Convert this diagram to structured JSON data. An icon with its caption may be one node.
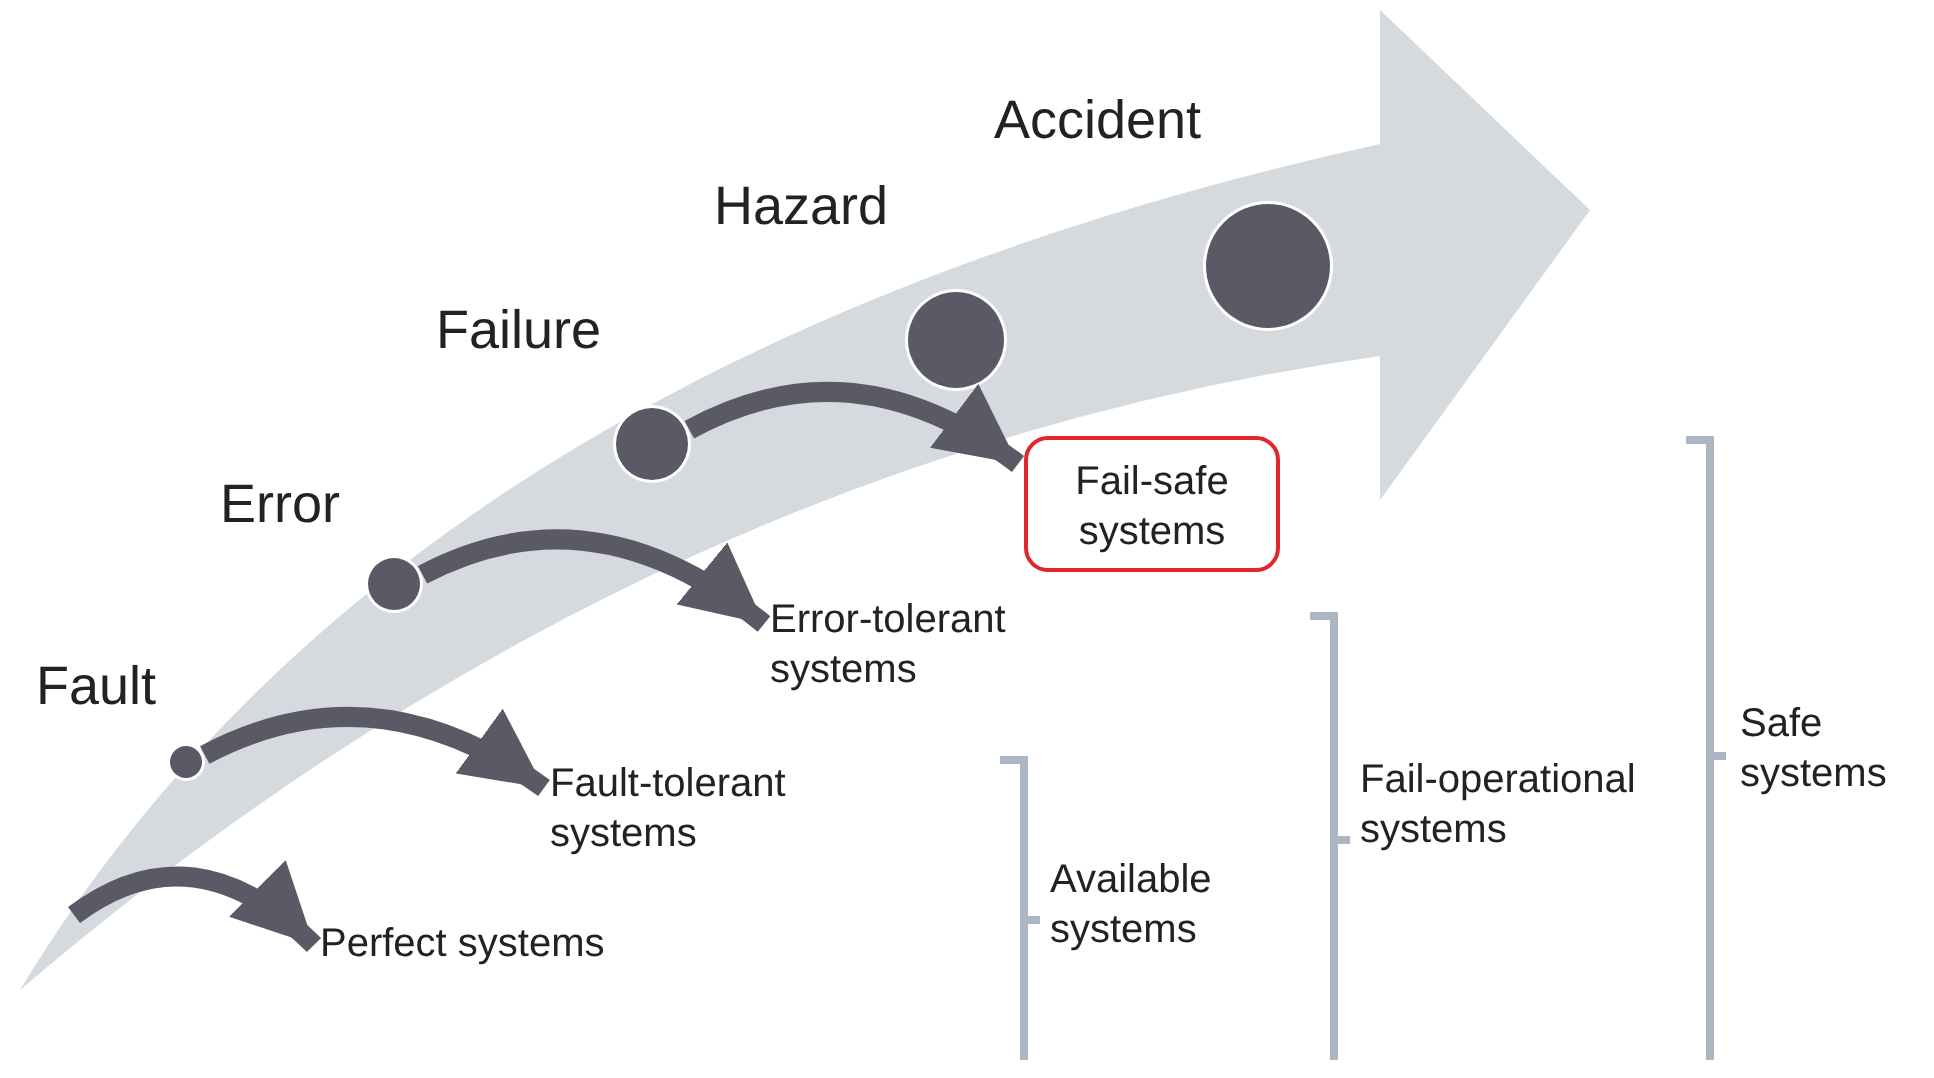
{
  "diagram": {
    "nodes": [
      {
        "text": [
          "Fault"
        ]
      },
      {
        "text": [
          "Error"
        ]
      },
      {
        "text": [
          "Failure"
        ]
      },
      {
        "text": [
          "Hazard"
        ]
      },
      {
        "text": [
          "Accident"
        ]
      },
      {
        "text": [
          "Perfect systems"
        ]
      },
      {
        "text": [
          "Fault-tolerant systems"
        ]
      },
      {
        "text": [
          "Error-tolerant systems"
        ]
      },
      {
        "text": [
          "Fail-safe systems"
        ]
      }
    ],
    "edges": [
      {
        "from": null,
        "to": 5,
        "arrow": "to"
      },
      {
        "from": 0,
        "to": 6,
        "arrow": "to"
      },
      {
        "from": 1,
        "to": 7,
        "arrow": "to"
      },
      {
        "from": 2,
        "to": 8,
        "arrow": "to"
      }
    ],
    "labels": [
      "Available systems",
      "Fail-operational systems",
      "Safe systems"
    ]
  }
}
